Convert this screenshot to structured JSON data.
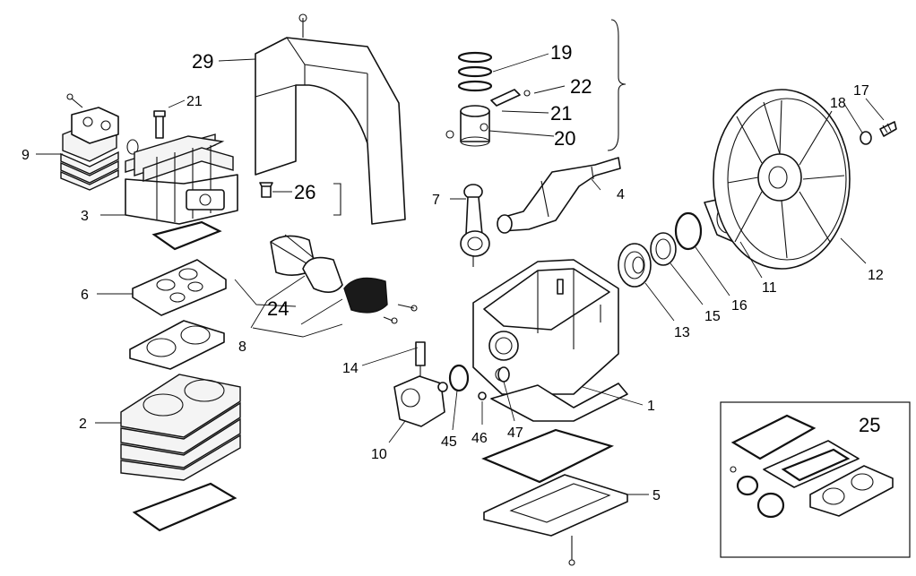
{
  "callouts": {
    "c9": "9",
    "c21a": "21",
    "c3": "3",
    "c6": "6",
    "c2": "2",
    "c29": "29",
    "c26": "26",
    "c24": "24",
    "c8": "8",
    "c14": "14",
    "c10": "10",
    "c45": "45",
    "c46": "46",
    "c47": "47",
    "c1": "1",
    "c5": "5",
    "c19": "19",
    "c22": "22",
    "c21b": "21",
    "c20": "20",
    "c7": "7",
    "c4": "4",
    "c13": "13",
    "c15": "15",
    "c16": "16",
    "c11": "11",
    "c12": "12",
    "c18": "18",
    "c17": "17",
    "c25": "25"
  }
}
